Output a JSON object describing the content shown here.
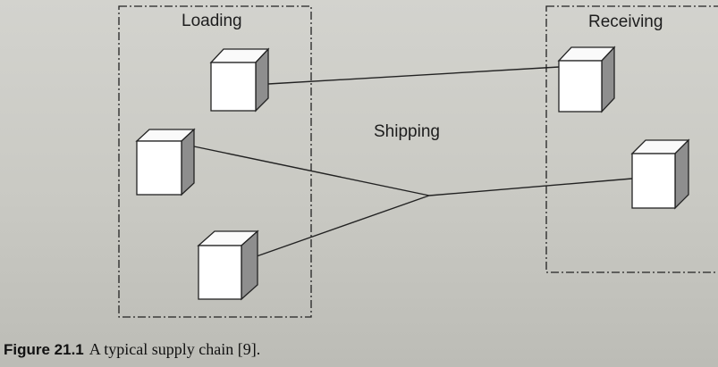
{
  "diagram": {
    "zones": {
      "loading": "Loading",
      "receiving": "Receiving",
      "shipping": "Shipping"
    }
  },
  "caption": {
    "number": "Figure 21.1",
    "text": "A typical supply chain [9]."
  }
}
